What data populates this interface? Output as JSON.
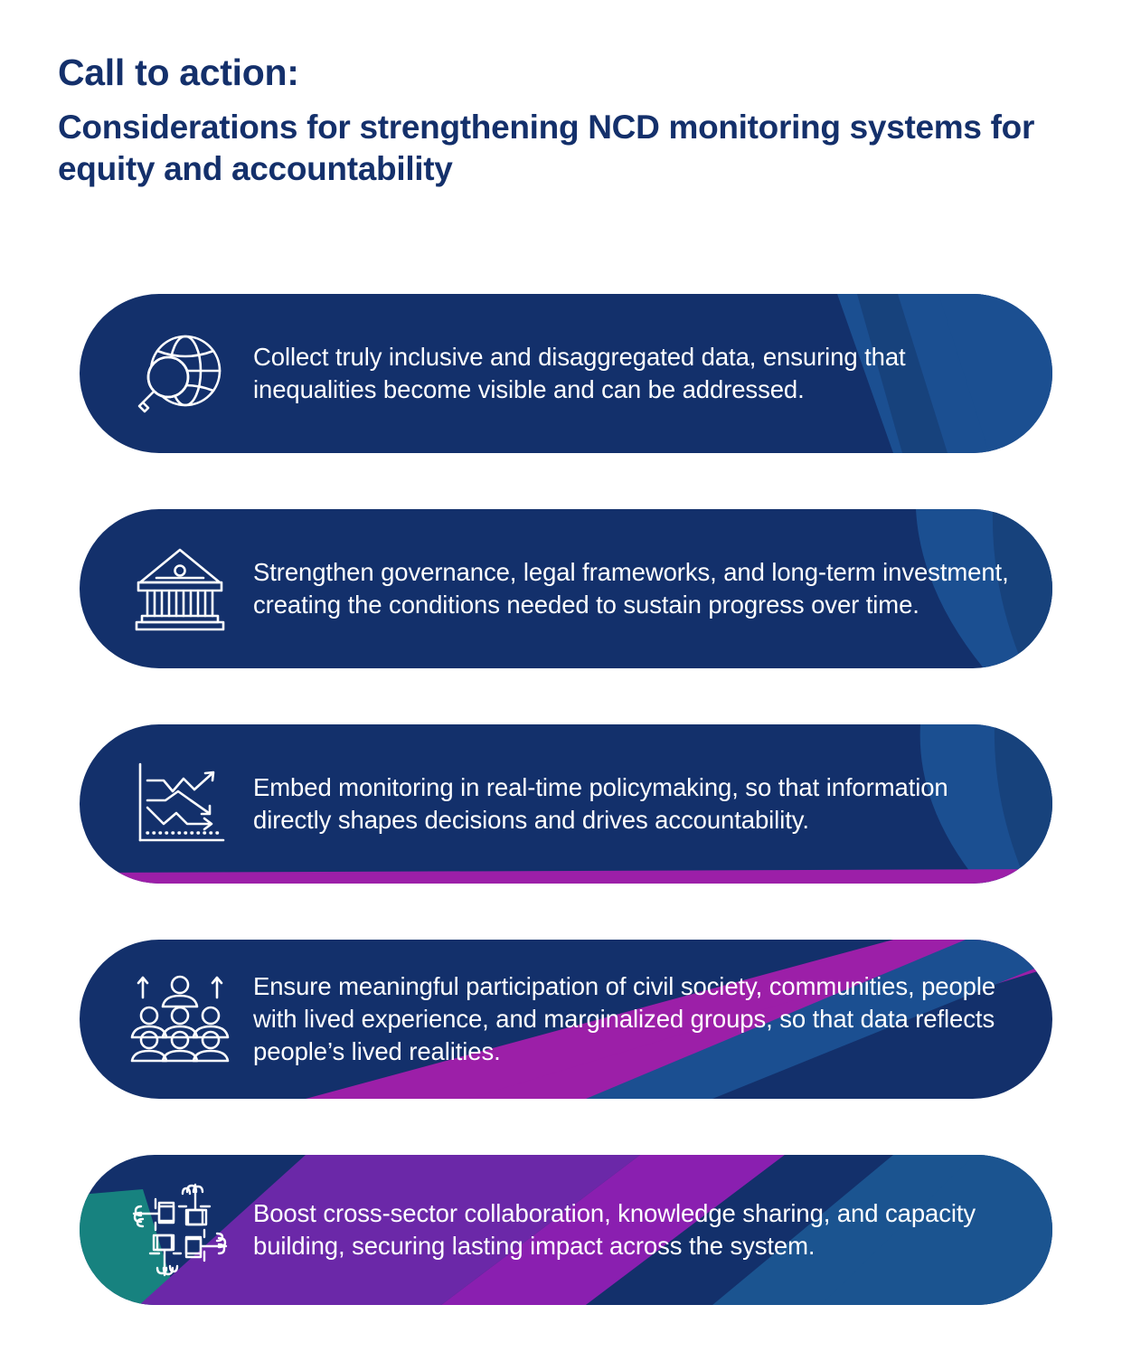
{
  "header": {
    "kicker": "Call to action:",
    "subhead": "Considerations for strengthening NCD monitoring systems for equity and accountability"
  },
  "colors": {
    "navy": "#13306b",
    "blue": "#164887",
    "blue_light": "#1d5a9e",
    "magenta": "#9c1fa8",
    "purple": "#6b28a8",
    "teal": "#17827f",
    "text": "#ffffff",
    "heading": "#14306b",
    "background": "#ffffff"
  },
  "cards": [
    {
      "id": "collect-data",
      "icon": "globe-magnifier-icon",
      "text": "Collect truly inclusive and disaggregated data, ensuring that inequalities become visible and can be addressed."
    },
    {
      "id": "strengthen-governance",
      "icon": "institution-building-icon",
      "text": "Strengthen governance, legal frameworks, and long-term investment, creating the conditions needed to sustain progress over time."
    },
    {
      "id": "embed-monitoring",
      "icon": "trend-chart-icon",
      "text": "Embed monitoring in real-time policymaking, so that information directly shapes decisions and drives accountability."
    },
    {
      "id": "ensure-participation",
      "icon": "people-group-icon",
      "text": "Ensure meaningful participation of civil society, communities, people with lived experience, and marginalized groups, so that data reflects people’s lived realities."
    },
    {
      "id": "boost-collaboration",
      "icon": "joined-hands-icon",
      "text": "Boost cross-sector collaboration, knowledge sharing, and capacity building, securing lasting impact across the system."
    }
  ]
}
